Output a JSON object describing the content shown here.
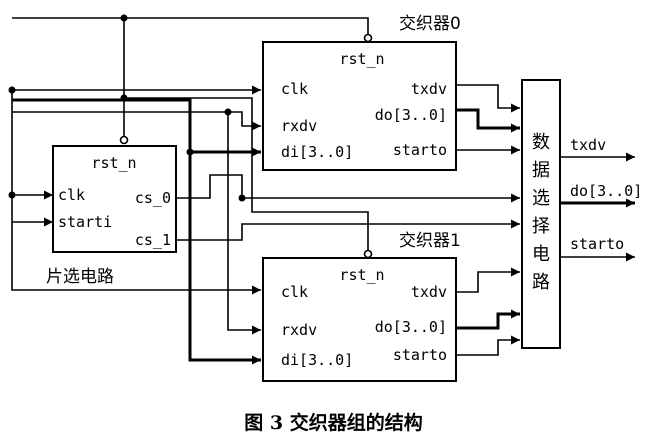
{
  "blocks": {
    "chip_select": {
      "title": "片选电路",
      "pins": {
        "reset": "rst_n",
        "clk": "clk",
        "starti": "starti",
        "cs0": "cs_0",
        "cs1": "cs_1"
      }
    },
    "switch0": {
      "title": "交织器0",
      "pins": {
        "reset": "rst_n",
        "clk": "clk",
        "rxdv": "rxdv",
        "di": "di[3..0]",
        "txdv": "txdv",
        "do": "do[3..0]",
        "starto": "starto"
      }
    },
    "switch1": {
      "title": "交织器1",
      "pins": {
        "reset": "rst_n",
        "clk": "clk",
        "rxdv": "rxdv",
        "di": "di[3..0]",
        "txdv": "txdv",
        "do": "do[3..0]",
        "starto": "starto"
      }
    },
    "mux": {
      "title": [
        "数",
        "据",
        "选",
        "择",
        "电",
        "路"
      ]
    }
  },
  "outputs": {
    "txdv": "txdv",
    "do": "do[3..0]",
    "starto": "starto"
  },
  "caption": "图 3  交织器组的结构"
}
